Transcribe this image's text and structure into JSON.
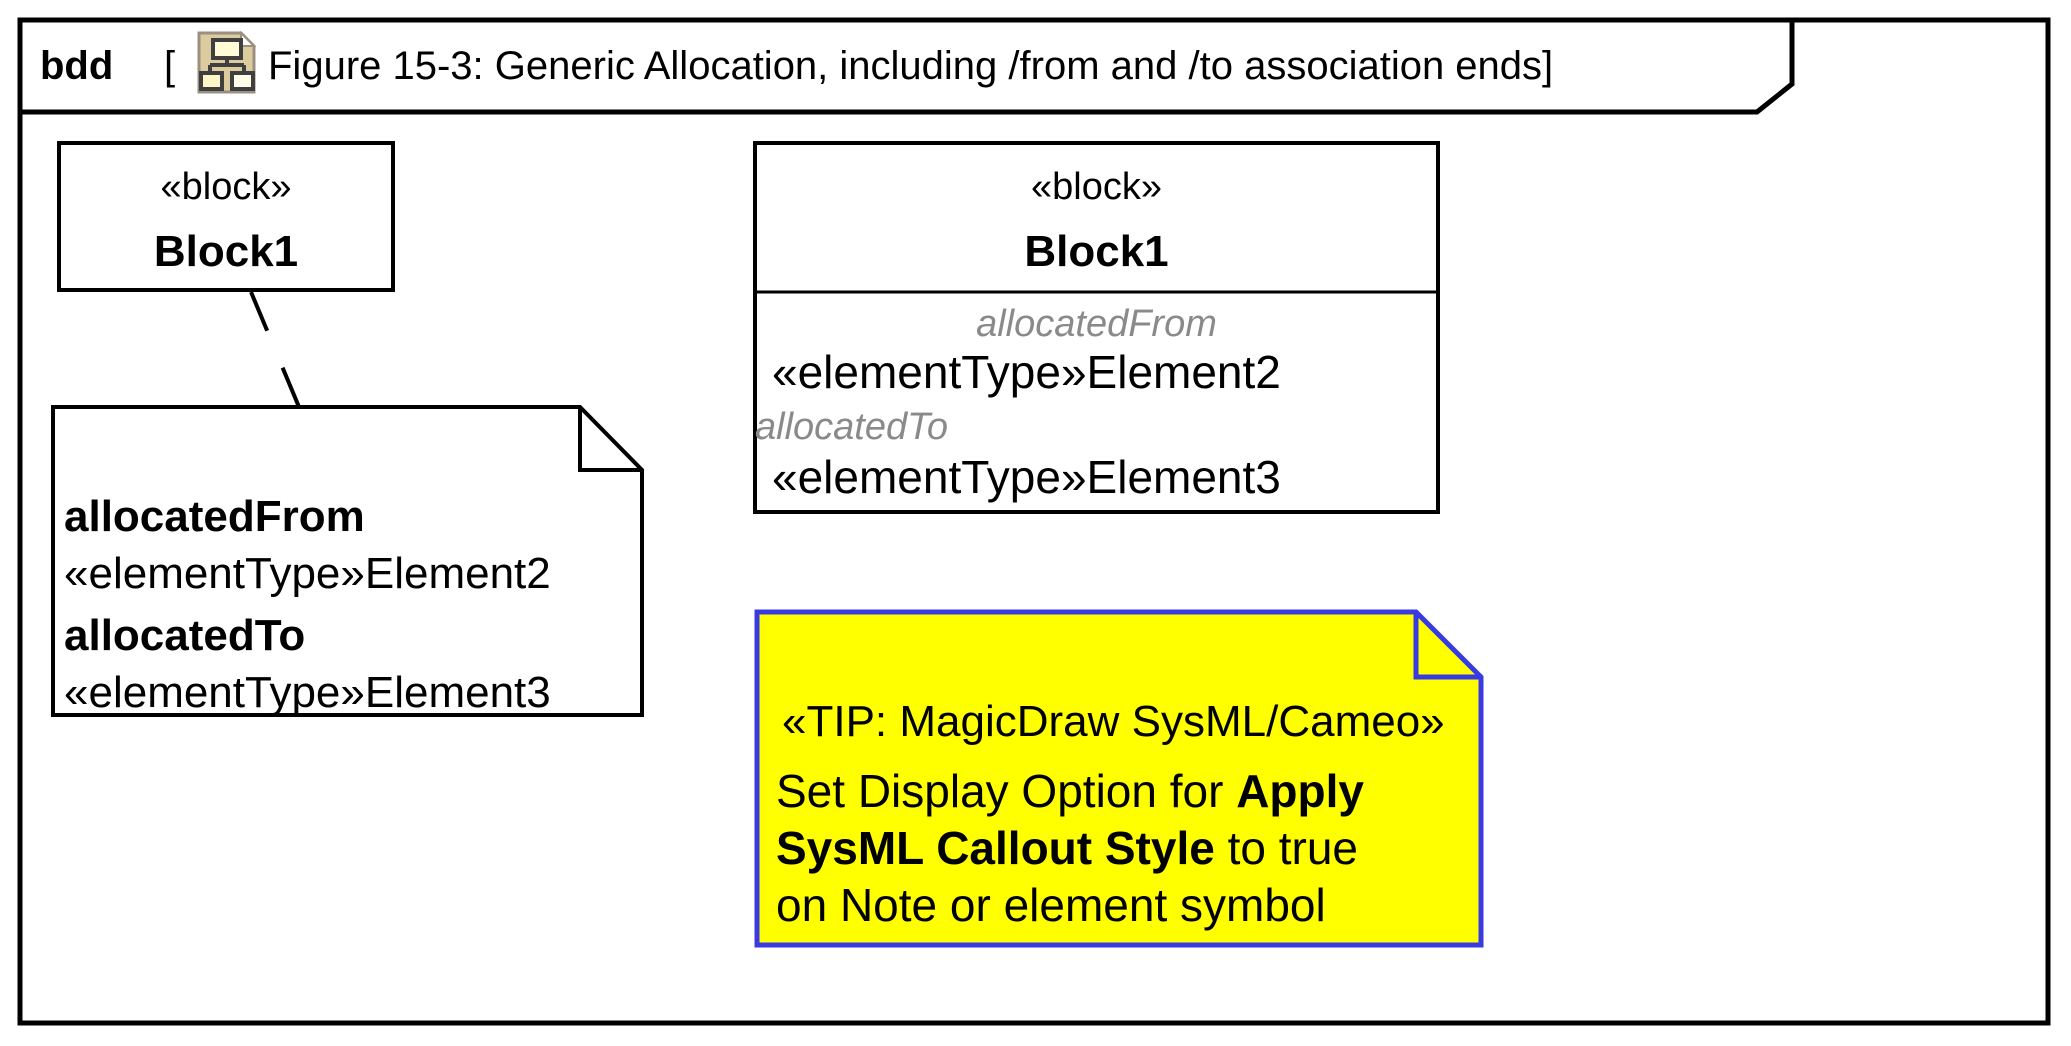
{
  "frame": {
    "keyword": "bdd",
    "bracket_open": "[",
    "bracket_close": "]",
    "icon": "content-diagram-icon",
    "title": "Figure 15-3: Generic Allocation, including /from and /to association ends"
  },
  "left_block": {
    "stereotype": "«block»",
    "name": "Block1"
  },
  "callout_note": {
    "lines": [
      {
        "text": "allocatedFrom"
      },
      {
        "text": "«elementType»Element2"
      },
      {
        "text": "allocatedTo"
      },
      {
        "text": "«elementType»Element3"
      }
    ]
  },
  "right_block": {
    "stereotype": "«block»",
    "name": "Block1",
    "compartment": {
      "label_from": "allocatedFrom",
      "value_from": "«elementType»Element2",
      "label_to": "allocatedTo",
      "value_to": "«elementType»Element3"
    }
  },
  "tip_note": {
    "line1": "«TIP: MagicDraw SysML/Cameo»",
    "line2_regular": "Set Display Option for ",
    "line2_bold": "Apply",
    "line3_bold": "SysML Callout Style",
    "line3_regular": " to true",
    "line4": "on Note or element symbol"
  },
  "colors": {
    "tip_fill": "#ffff00",
    "tip_border": "#3a3ae3",
    "compartment_label_gray": "#8a8a8a",
    "diagram_outline": "#000000",
    "icon_sheet_tan": "#dccb9e",
    "icon_box_cream": "#fffbd6"
  }
}
